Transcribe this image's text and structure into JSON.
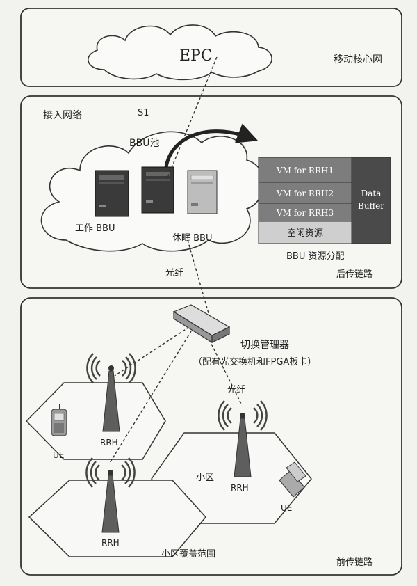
{
  "epc": {
    "label": "EPC",
    "region_label": "移动核心网"
  },
  "access_network": {
    "title": "接入网络",
    "s1_label": "S1",
    "bbu_pool_label": "BBU池",
    "working_bbu_label": "工作 BBU",
    "sleeping_bbu_label": "休眠 BBU",
    "fiber_label": "光纤",
    "backhaul_label": "后传链路"
  },
  "bbu_allocation": {
    "vms": [
      "VM for RRH1",
      "VM for RRH2",
      "VM for RRH3"
    ],
    "idle_label": "空闲资源",
    "buffer_line1": "Data",
    "buffer_line2": "Buffer",
    "caption": "BBU 资源分配"
  },
  "fronthaul": {
    "switch_label_line1": "切换管理器",
    "switch_label_line2": "（配有光交换机和FPGA板卡）",
    "fiber_label": "光纤",
    "rrh_labels": [
      "RRH",
      "RRH",
      "RRH"
    ],
    "ue_labels": [
      "UE",
      "UE"
    ],
    "cell_label": "小区",
    "coverage_label": "小区覆盖范围",
    "fronthaul_label": "前传链路"
  },
  "colors": {
    "vm_block": "#7d7d7d",
    "buffer_block": "#4a4a4a",
    "idle_block": "#cfcfcf",
    "line": "#333333"
  }
}
